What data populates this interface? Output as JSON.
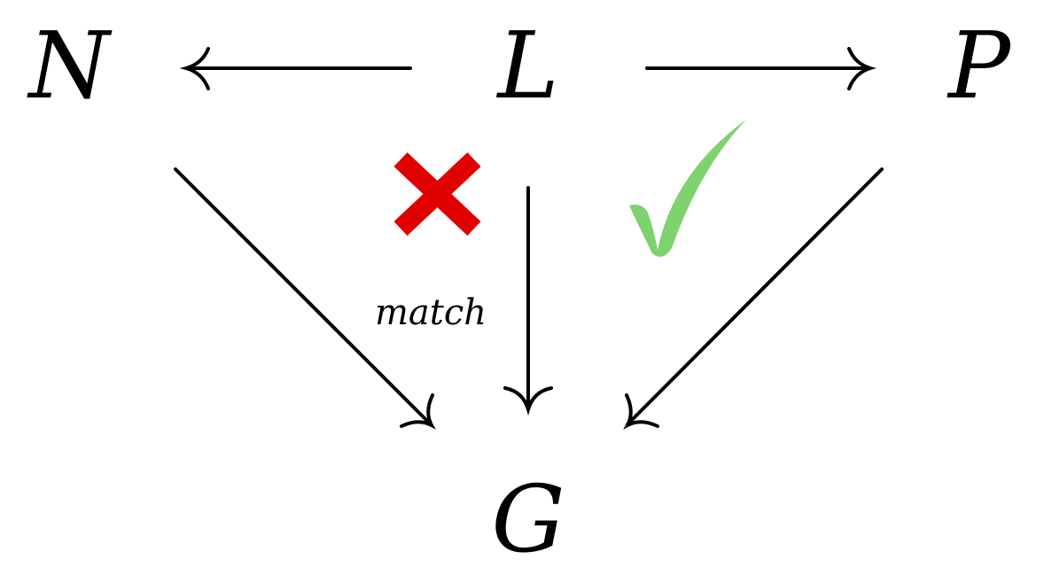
{
  "nodes": {
    "N": "N",
    "L": "L",
    "P": "P",
    "G": "G"
  },
  "edge_label": "match",
  "colors": {
    "cross": "#e00000",
    "check": "#7ed36e",
    "ink": "#000000"
  },
  "icons": [
    "cross-icon",
    "check-icon"
  ]
}
